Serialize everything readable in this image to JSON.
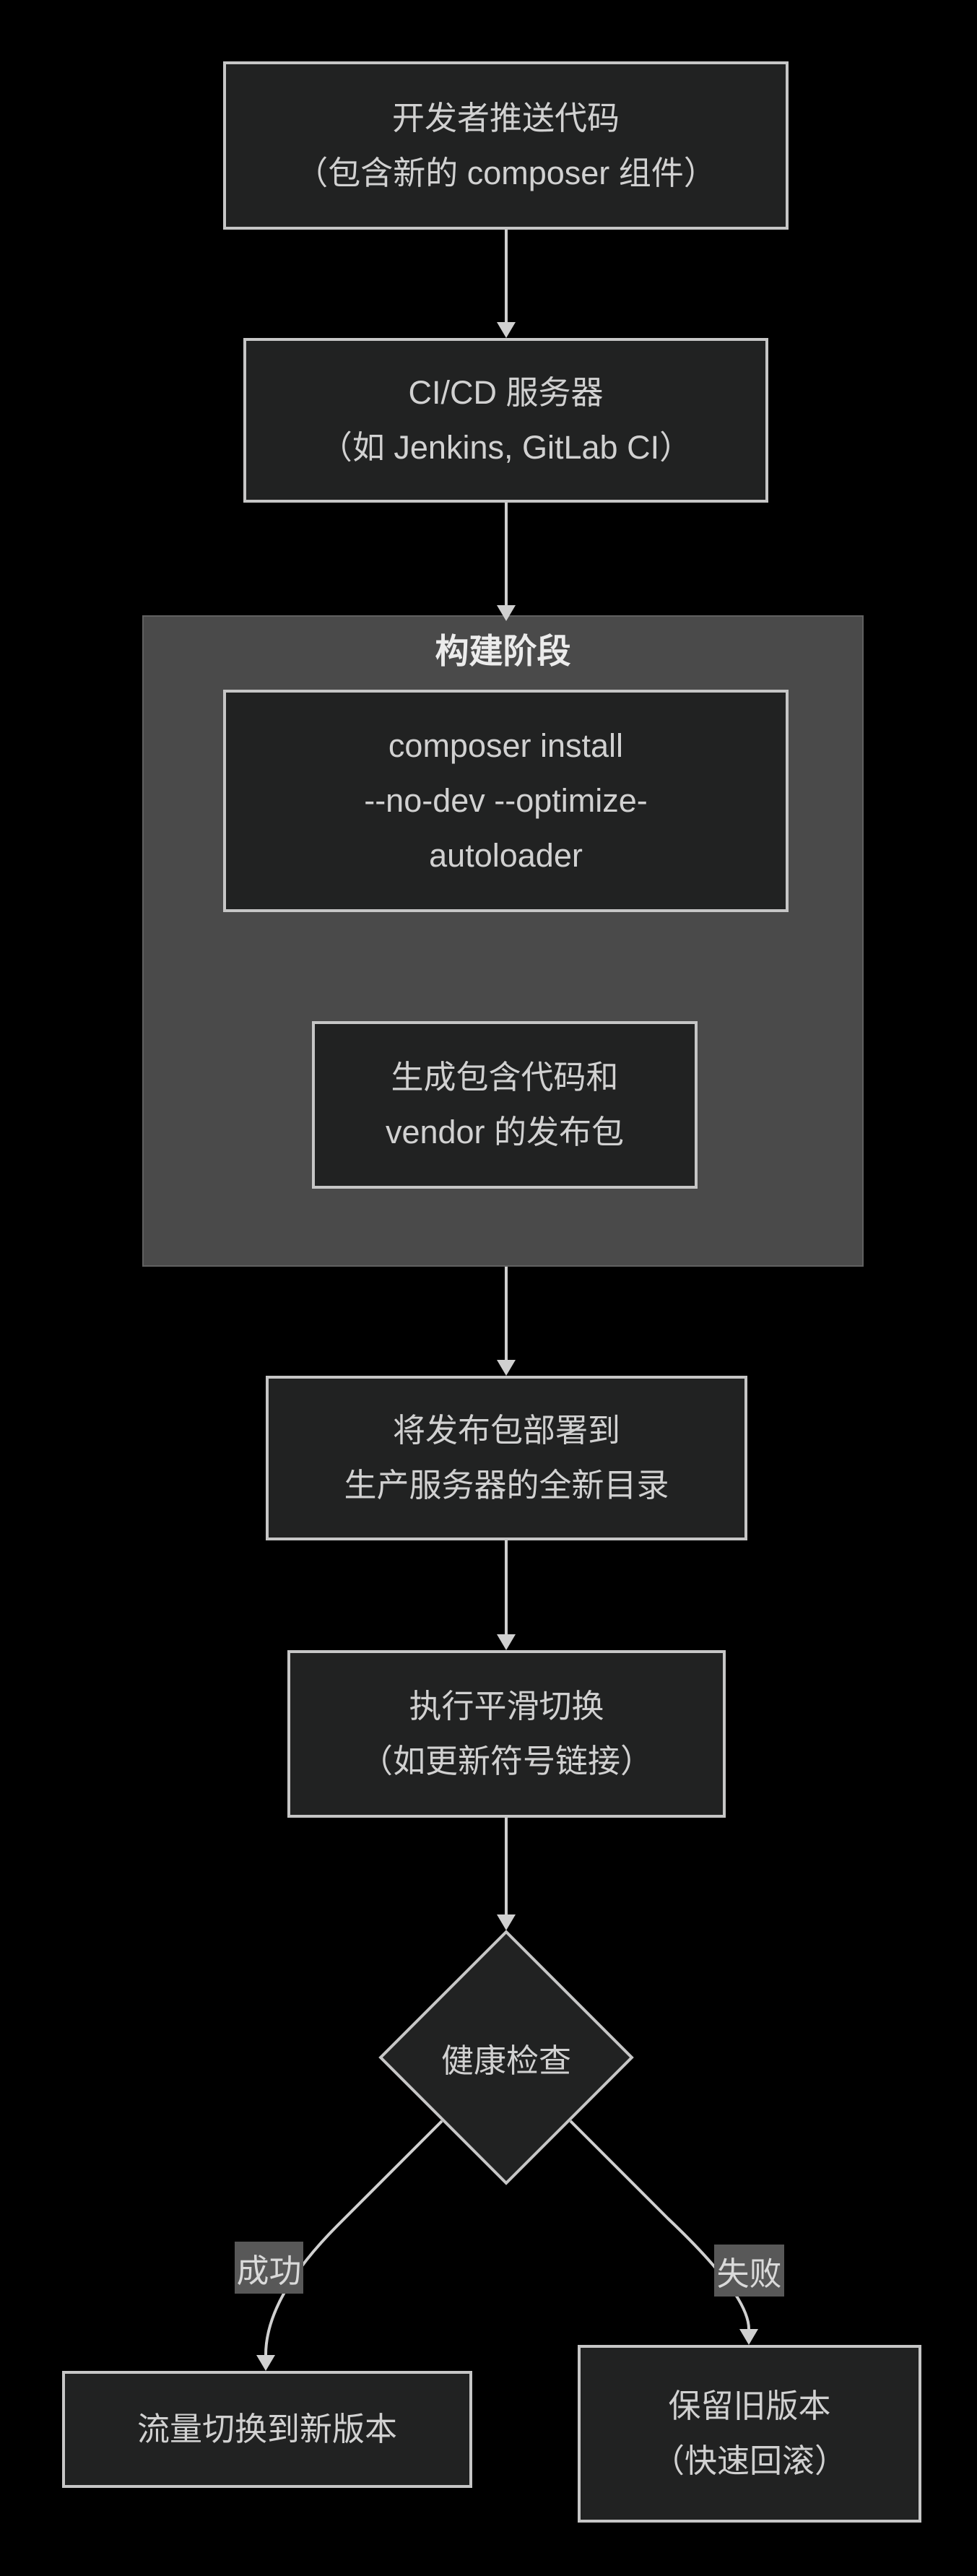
{
  "diagram": {
    "title_none": "",
    "nodes": {
      "push": {
        "lines": [
          "开发者推送代码",
          "（包含新的 composer 组件）"
        ]
      },
      "cicd": {
        "lines": [
          "CI/CD 服务器",
          "（如 Jenkins, GitLab CI）"
        ]
      },
      "composer_install": {
        "lines": [
          "composer install",
          "--no-dev --optimize-",
          "autoloader"
        ]
      },
      "release_package": {
        "lines": [
          "生成包含代码和",
          "vendor 的发布包"
        ]
      },
      "deploy": {
        "lines": [
          "将发布包部署到",
          "生产服务器的全新目录"
        ]
      },
      "smooth_switch": {
        "lines": [
          "执行平滑切换",
          "（如更新符号链接）"
        ]
      },
      "health_check": {
        "label": "健康检查"
      },
      "traffic_switch": {
        "lines": [
          "流量切换到新版本"
        ]
      },
      "keep_old": {
        "lines": [
          "保留旧版本",
          "（快速回滚）"
        ]
      }
    },
    "subgraph": {
      "title": "构建阶段"
    },
    "edge_labels": {
      "success": "成功",
      "failure": "失败"
    },
    "colors": {
      "background": "#000000",
      "node_fill": "#212222",
      "node_border": "#c6c6c6",
      "node_text": "#d1d1d1",
      "subgraph_fill": "#4a4a4a",
      "subgraph_border": "#616161",
      "subgraph_title_text": "#ececec",
      "edge_line": "#d0d0d0",
      "edge_label_bg": "#585858",
      "edge_label_text": "#dadada"
    }
  }
}
